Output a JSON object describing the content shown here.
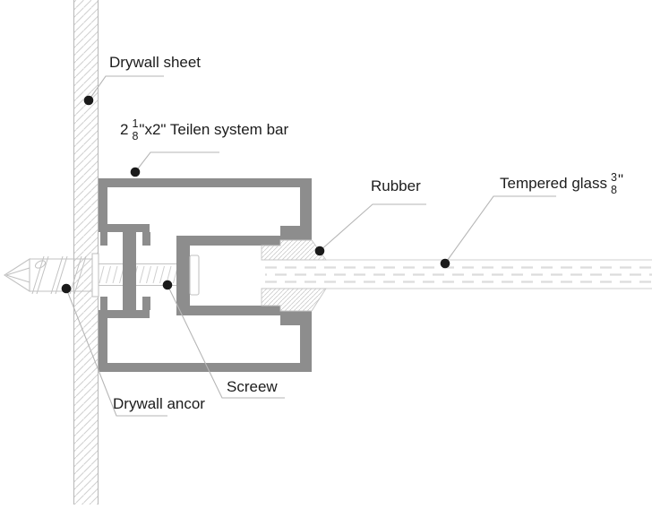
{
  "labels": {
    "drywall_sheet": {
      "text": "Drywall sheet"
    },
    "system_bar": {
      "prefix": "2",
      "fraction": {
        "numerator": "1",
        "denominator": "8"
      },
      "suffix": "\"x2\" Teilen system bar"
    },
    "rubber": {
      "text": "Rubber"
    },
    "tempered_glass": {
      "prefix": "Tempered glass",
      "fraction": {
        "numerator": "3",
        "denominator": "8"
      },
      "suffix": "\""
    },
    "screw": {
      "text": "Screew"
    },
    "drywall_anchor": {
      "text": "Drywall ancor"
    }
  },
  "colors": {
    "background": "#ffffff",
    "profile_gray": "#8d8d8d",
    "hatch_line": "#d0d0d0",
    "outline_light": "#c2c2c2",
    "leader_line": "#b6b6b6",
    "callout_dot": "#1a1a1a",
    "label_text": "#1c1c1c"
  }
}
